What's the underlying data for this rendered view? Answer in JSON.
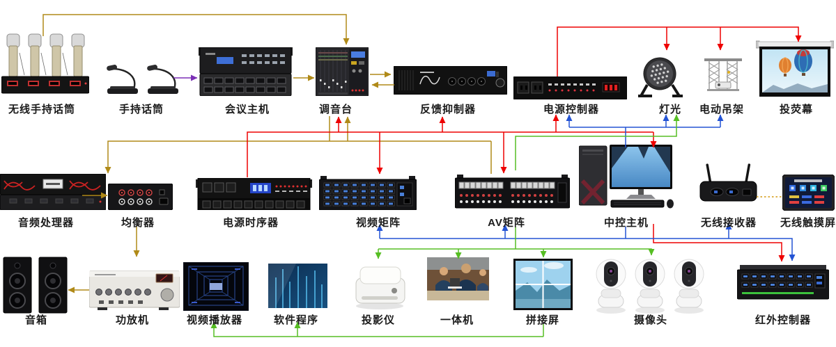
{
  "colors": {
    "audio": "#B08A18",
    "power": "#EE0000",
    "control": "#2353D4",
    "video": "#56BE23",
    "microphone": "#7B2FB5",
    "wireless": "#D9A62E",
    "background": "#FFFFFF",
    "label_text": "#1A1A1A"
  },
  "devices": [
    {
      "id": "wireless-handheld-mics",
      "label": "无线手持话筒"
    },
    {
      "id": "handheld-mics",
      "label": "手持话筒"
    },
    {
      "id": "conference-host",
      "label": "会议主机"
    },
    {
      "id": "mixer",
      "label": "调音台"
    },
    {
      "id": "feedback-suppressor",
      "label": "反馈抑制器"
    },
    {
      "id": "power-controller",
      "label": "电源控制器"
    },
    {
      "id": "stage-light",
      "label": "灯光"
    },
    {
      "id": "motorized-hanger",
      "label": "电动吊架"
    },
    {
      "id": "projection-screen",
      "label": "投荧幕"
    },
    {
      "id": "audio-processor",
      "label": "音频处理器"
    },
    {
      "id": "equalizer",
      "label": "均衡器"
    },
    {
      "id": "power-sequencer",
      "label": "电源时序器"
    },
    {
      "id": "video-matrix",
      "label": "视频矩阵"
    },
    {
      "id": "av-matrix",
      "label": "AV矩阵"
    },
    {
      "id": "central-control-host",
      "label": "中控主机"
    },
    {
      "id": "wireless-receiver",
      "label": "无线接收器"
    },
    {
      "id": "wireless-touchscreen",
      "label": "无线触摸屏"
    },
    {
      "id": "speakers",
      "label": "音箱"
    },
    {
      "id": "power-amplifier",
      "label": "功放机"
    },
    {
      "id": "video-player",
      "label": "视频播放器"
    },
    {
      "id": "software-program",
      "label": "软件程序"
    },
    {
      "id": "projector",
      "label": "投影仪"
    },
    {
      "id": "all-in-one-machine",
      "label": "一体机"
    },
    {
      "id": "video-wall",
      "label": "拼接屏"
    },
    {
      "id": "cameras",
      "label": "摄像头"
    },
    {
      "id": "ir-controller",
      "label": "红外控制器"
    }
  ],
  "connections": [
    {
      "from": "无线手持话筒",
      "to": "调音台",
      "type": "audio"
    },
    {
      "from": "手持话筒",
      "to": "会议主机",
      "type": "microphone"
    },
    {
      "from": "会议主机",
      "to": "调音台",
      "type": "audio"
    },
    {
      "from": "调音台",
      "to": "反馈抑制器",
      "type": "audio",
      "bidirectional": true
    },
    {
      "from": "调音台",
      "to": "音频处理器",
      "type": "audio"
    },
    {
      "from": "AV矩阵",
      "to": "调音台",
      "type": "audio"
    },
    {
      "from": "音频处理器",
      "to": "均衡器",
      "type": "audio"
    },
    {
      "from": "均衡器",
      "to": "功放机",
      "type": "audio"
    },
    {
      "from": "功放机",
      "to": "音箱",
      "type": "audio"
    },
    {
      "from": "电源时序器",
      "to": "调音台",
      "type": "power"
    },
    {
      "from": "电源时序器",
      "to": "反馈抑制器",
      "type": "power"
    },
    {
      "from": "电源时序器",
      "to": "电源控制器",
      "type": "power"
    },
    {
      "from": "电源时序器",
      "to": "视频矩阵",
      "type": "power"
    },
    {
      "from": "电源时序器",
      "to": "AV矩阵",
      "type": "power"
    },
    {
      "from": "电源时序器",
      "to": "中控主机",
      "type": "power"
    },
    {
      "from": "电源时序器",
      "to": "红外控制器",
      "type": "power"
    },
    {
      "from": "电源控制器",
      "to": "灯光",
      "type": "power"
    },
    {
      "from": "电源控制器",
      "to": "电动吊架",
      "type": "power"
    },
    {
      "from": "电源控制器",
      "to": "投荧幕",
      "type": "power"
    },
    {
      "from": "中控主机",
      "to": "电源控制器",
      "type": "control"
    },
    {
      "from": "中控主机",
      "to": "灯光",
      "type": "control"
    },
    {
      "from": "中控主机",
      "to": "电动吊架",
      "type": "control"
    },
    {
      "from": "中控主机",
      "to": "视频矩阵",
      "type": "control"
    },
    {
      "from": "中控主机",
      "to": "AV矩阵",
      "type": "control"
    },
    {
      "from": "中控主机",
      "to": "无线接收器",
      "type": "control"
    },
    {
      "from": "中控主机",
      "to": "红外控制器",
      "type": "control"
    },
    {
      "from": "AV矩阵",
      "to": "灯光",
      "type": "video"
    },
    {
      "from": "AV矩阵",
      "to": "投影仪",
      "type": "video"
    },
    {
      "from": "AV矩阵",
      "to": "一体机",
      "type": "video"
    },
    {
      "from": "AV矩阵",
      "to": "拼接屏",
      "type": "video"
    },
    {
      "from": "AV矩阵",
      "to": "摄像头",
      "type": "video"
    },
    {
      "from": "拼接屏",
      "to": "视频播放器",
      "type": "video"
    },
    {
      "from": "拼接屏",
      "to": "软件程序",
      "type": "video"
    },
    {
      "from": "无线接收器",
      "to": "无线触摸屏",
      "type": "wireless"
    }
  ]
}
